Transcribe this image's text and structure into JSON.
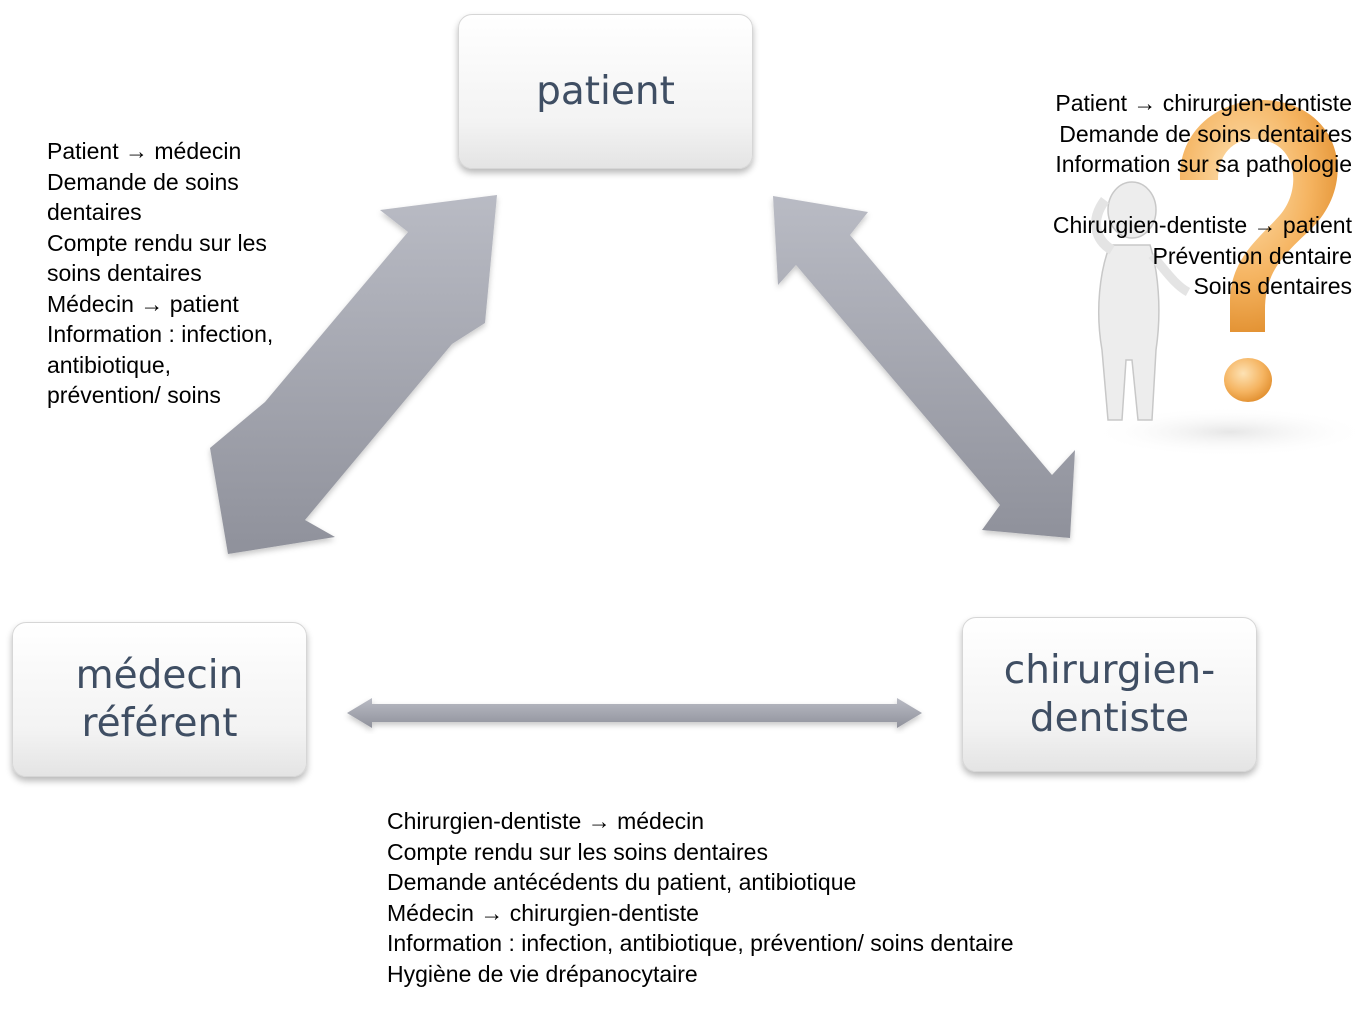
{
  "nodes": {
    "patient": "patient",
    "medecin": "médecin\nréférent",
    "dentiste": "chirurgien-\ndentiste"
  },
  "notes": {
    "left": [
      "Patient → médecin",
      "Demande de soins dentaires",
      "Compte rendu sur les soins dentaires",
      "Médecin → patient",
      "Information : infection, antibiotique, prévention/ soins"
    ],
    "right": [
      "Patient → chirurgien-dentiste",
      "Demande de soins dentaires",
      "Information sur sa pathologie",
      "",
      "Chirurgien-dentiste → patient",
      "Prévention dentaire",
      "Soins dentaires"
    ],
    "bottom": [
      "Chirurgien-dentiste → médecin",
      "Compte rendu sur les soins dentaires",
      "Demande antécédents du patient, antibiotique",
      "Médecin → chirurgien-dentiste",
      "Information : infection, antibiotique, prévention/ soins dentaire",
      "Hygiène de vie drépanocytaire"
    ]
  },
  "colors": {
    "arrow": "#9a9ca6",
    "node_text": "#3f4e63",
    "question_mark": "#f2a84a"
  },
  "icons": {
    "illustration": "thinking-person-question-mark-icon"
  }
}
